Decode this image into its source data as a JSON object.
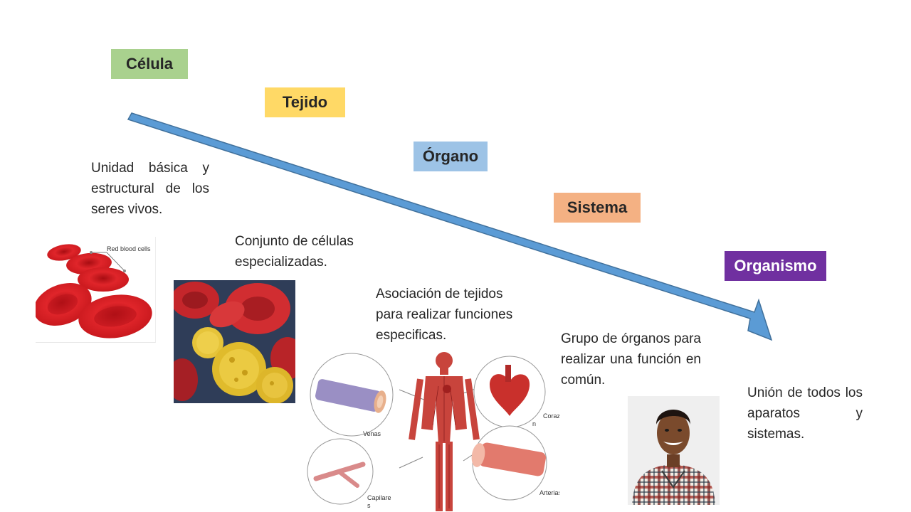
{
  "levels": [
    {
      "label": "Célula",
      "color": "#a9d18e"
    },
    {
      "label": "Tejido",
      "color": "#ffd966"
    },
    {
      "label": "Órgano",
      "color": "#9dc3e6"
    },
    {
      "label": "Sistema",
      "color": "#f4b183"
    },
    {
      "label": "Organismo",
      "color": "#7030a0"
    }
  ],
  "descriptions": {
    "celula": "Unidad básica y estructural de los seres vivos.",
    "tejido": "Conjunto de células especializadas.",
    "organo": "Asociación de tejidos para realizar funciones especificas.",
    "sistema": "Grupo de órganos para realizar una función en común.",
    "organismo": "Unión de todos los aparatos y sistemas."
  },
  "images": {
    "rbc_label": "Red blood cells",
    "organs": {
      "venas": "Venas",
      "corazon_1": "Corazo",
      "corazon_2": "n",
      "capilares_1": "Capilare",
      "capilares_2": "s",
      "arterias": "Arterias"
    }
  },
  "arrow_color": "#5b9bd5",
  "icons": [
    "red-blood-cells-illustration",
    "blood-cells-micrograph",
    "circulatory-system-illustration",
    "person-photo"
  ]
}
